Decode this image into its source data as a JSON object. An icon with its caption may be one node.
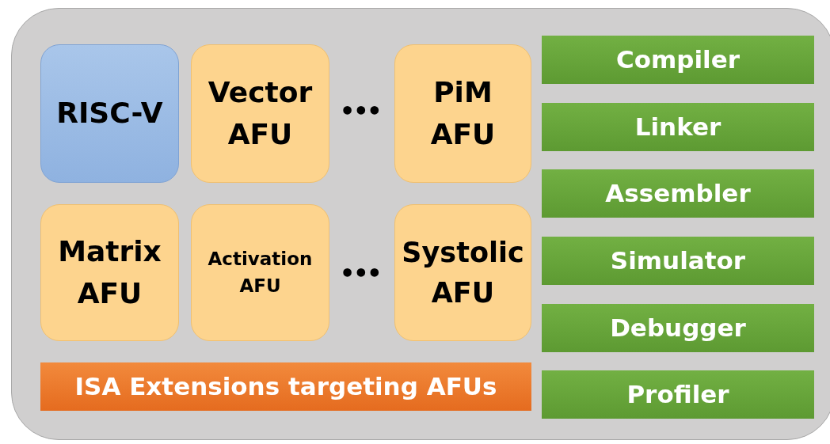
{
  "diagram": {
    "nodes": [
      {
        "text": [],
        "shape": "box"
      },
      {
        "text": [
          "RISC-V"
        ],
        "in": 0
      },
      {
        "text": [
          "Vector AFU"
        ],
        "in": 0
      },
      {
        "text": [
          "PiM AFU"
        ],
        "in": 0
      },
      {
        "text": [
          "Compiler"
        ],
        "in": 0
      },
      {
        "text": [
          "Linker"
        ],
        "in": 0
      },
      {
        "text": [
          "Assembler"
        ],
        "in": 0
      },
      {
        "text": [
          "Matrix AFU"
        ],
        "in": 0
      },
      {
        "text": [
          "Activation AFU"
        ],
        "in": 0
      },
      {
        "text": [
          "Systolic AFU"
        ],
        "in": 0
      },
      {
        "text": [
          "Simulator"
        ],
        "in": 0
      },
      {
        "text": [
          "Debugger"
        ],
        "in": 0
      },
      {
        "text": [
          "ISA Extensions targeting AFUs"
        ],
        "in": 0
      },
      {
        "text": [
          "Profiler"
        ],
        "in": 0
      }
    ],
    "edges": [],
    "labels": [
      "•••",
      "•••"
    ]
  }
}
